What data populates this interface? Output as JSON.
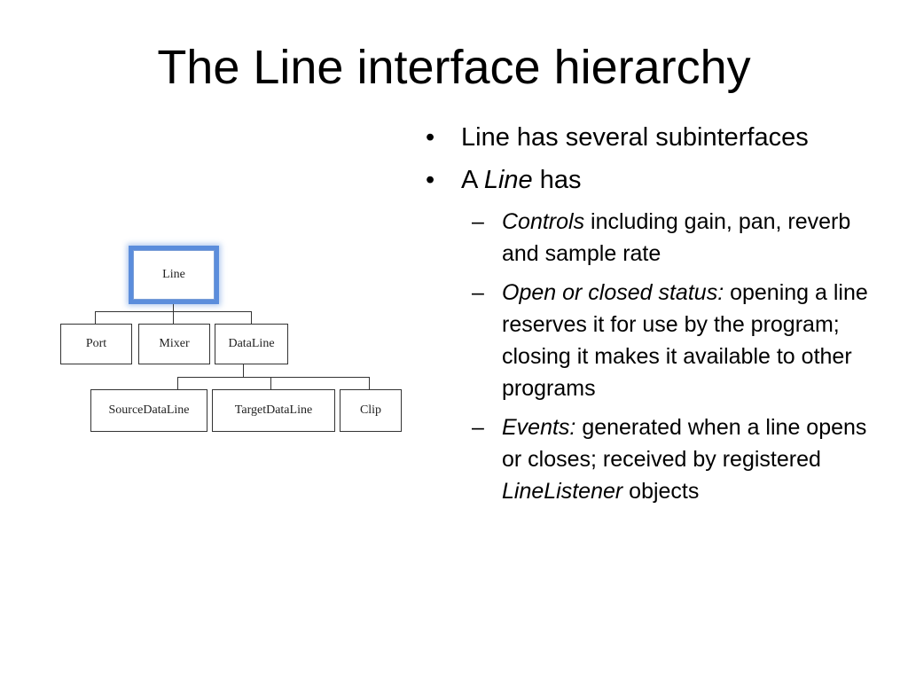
{
  "slide": {
    "title": "The Line interface hierarchy"
  },
  "diagram": {
    "root": "Line",
    "level1": [
      "Port",
      "Mixer",
      "DataLine"
    ],
    "level2": [
      "SourceDataLine",
      "TargetDataLine",
      "Clip"
    ],
    "accent_color": "#5b8ddc"
  },
  "bullets": {
    "b1": {
      "text": "Line has several subinterfaces"
    },
    "b2": {
      "pre": "A ",
      "italic": "Line",
      "post": " has"
    },
    "s1": {
      "italic": "Controls",
      "text": " including gain, pan, reverb and sample rate"
    },
    "s2": {
      "italic": "Open or closed status:",
      "text": " opening a line reserves it for use by the program; closing it makes it available to other programs"
    },
    "s3": {
      "italic": "Events:",
      "text": " generated when a line opens or closes; received by registered ",
      "italic2": "LineListener",
      "text2": " objects"
    },
    "bullet_glyph": "•",
    "dash_glyph": "–"
  }
}
